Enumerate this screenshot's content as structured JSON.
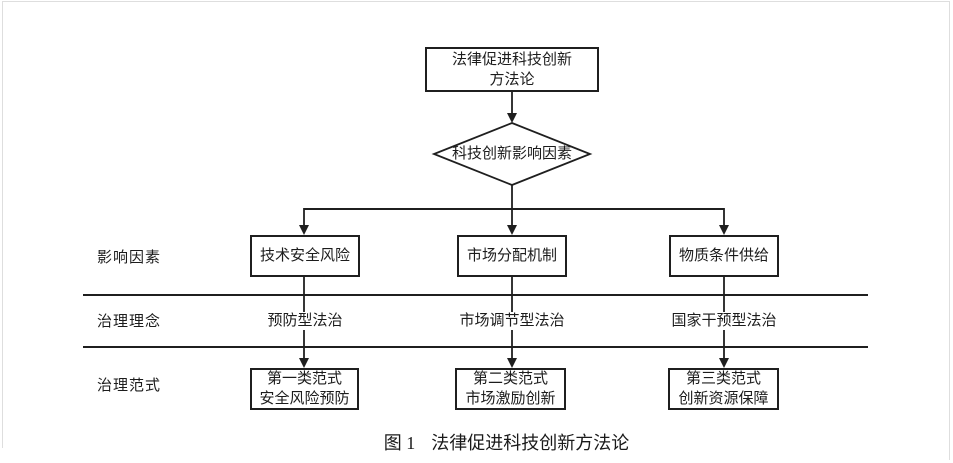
{
  "meta": {
    "background": "#ffffff",
    "stroke_color": "#1f1f1f",
    "text_color": "#1c1c1c"
  },
  "flowchart": {
    "root_box": {
      "line1": "法律促进科技创新",
      "line2": "方法论"
    },
    "decision": {
      "label": "科技创新影响因素"
    },
    "row_labels": {
      "factors": "影响因素",
      "concepts": "治理理念",
      "paradigms": "治理范式"
    },
    "columns": [
      {
        "factor": "技术安全风险",
        "concept": "预防型法治",
        "paradigm_line1": "第一类范式",
        "paradigm_line2": "安全风险预防"
      },
      {
        "factor": "市场分配机制",
        "concept": "市场调节型法治",
        "paradigm_line1": "第二类范式",
        "paradigm_line2": "市场激励创新"
      },
      {
        "factor": "物质条件供给",
        "concept": "国家干预型法治",
        "paradigm_line1": "第三类范式",
        "paradigm_line2": "创新资源保障"
      }
    ],
    "caption": {
      "figure_label": "图 1",
      "title": "法律促进科技创新方法论"
    }
  }
}
